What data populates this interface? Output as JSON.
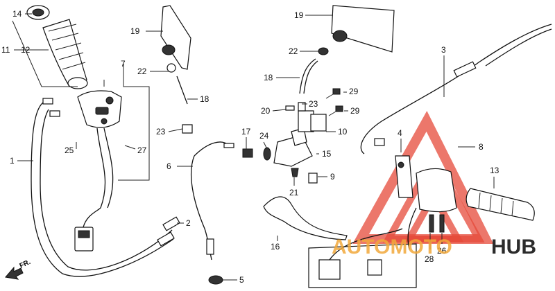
{
  "callouts": {
    "c1": "1",
    "c2": "2",
    "c3": "3",
    "c4": "4",
    "c5": "5",
    "c6": "6",
    "c7": "7",
    "c8": "8",
    "c9": "9",
    "c10": "10",
    "c11": "11",
    "c12": "12",
    "c13": "13",
    "c14": "14",
    "c15": "15",
    "c16": "16",
    "c17": "17",
    "c18a": "18",
    "c18b": "18",
    "c19a": "19",
    "c19b": "19",
    "c20": "20",
    "c21": "21",
    "c22a": "22",
    "c22b": "22",
    "c23a": "23",
    "c23b": "23",
    "c24": "24",
    "c25": "25",
    "c26": "26",
    "c27": "27",
    "c28": "28",
    "c29a": "29",
    "c29b": "29"
  },
  "direction_label": "FR.",
  "watermark": {
    "part1": "AUTOMOTO",
    "part2": "HUB",
    "color1": "#f2a93b",
    "color2": "#2b2b2b",
    "logo_color": "#e64a3a"
  }
}
